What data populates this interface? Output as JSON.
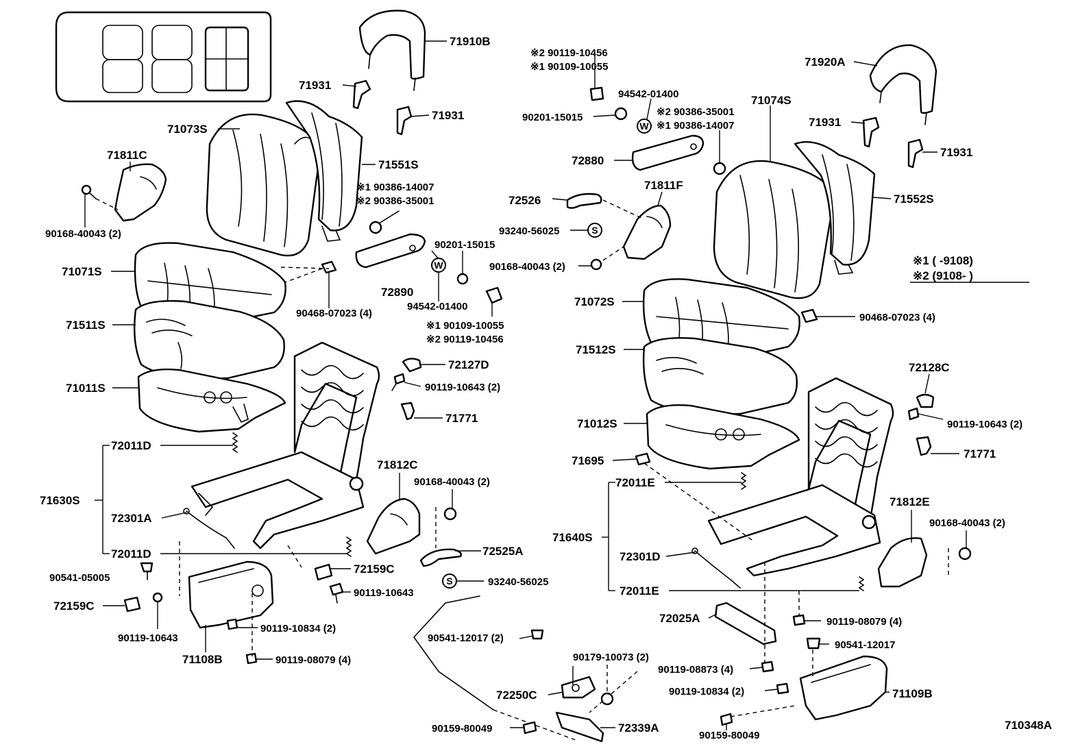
{
  "diagram_id": "710348A",
  "legend": {
    "row1": "※1 (        -9108)",
    "row2": "※2 (9108-        )"
  },
  "labels": [
    {
      "id": "l01",
      "text": "71910B"
    },
    {
      "id": "l02",
      "text": "71931"
    },
    {
      "id": "l03",
      "text": "71931"
    },
    {
      "id": "l04",
      "text": "71073S"
    },
    {
      "id": "l05",
      "text": "71551S"
    },
    {
      "id": "l06",
      "text": "71811C"
    },
    {
      "id": "l07",
      "text": "90168-40043 (2)"
    },
    {
      "id": "l08",
      "text": "※1 90386-14007"
    },
    {
      "id": "l09",
      "text": "※2 90386-35001"
    },
    {
      "id": "l10",
      "text": "90201-15015"
    },
    {
      "id": "l11",
      "text": "72890"
    },
    {
      "id": "l12",
      "text": "94542-01400"
    },
    {
      "id": "l13",
      "text": "※1 90109-10055"
    },
    {
      "id": "l14",
      "text": "※2 90119-10456"
    },
    {
      "id": "l15",
      "text": "71071S"
    },
    {
      "id": "l16",
      "text": "90468-07023 (4)"
    },
    {
      "id": "l17",
      "text": "71511S"
    },
    {
      "id": "l18",
      "text": "72127D"
    },
    {
      "id": "l19",
      "text": "71011S"
    },
    {
      "id": "l20",
      "text": "90119-10643 (2)"
    },
    {
      "id": "l21",
      "text": "71771"
    },
    {
      "id": "l22",
      "text": "72011D"
    },
    {
      "id": "l23",
      "text": "71812C"
    },
    {
      "id": "l24",
      "text": "90168-40043 (2)"
    },
    {
      "id": "l25",
      "text": "71630S"
    },
    {
      "id": "l26",
      "text": "72301A"
    },
    {
      "id": "l27",
      "text": "72011D"
    },
    {
      "id": "l28",
      "text": "72525A"
    },
    {
      "id": "l29",
      "text": "90541-05005"
    },
    {
      "id": "l30",
      "text": "72159C"
    },
    {
      "id": "l31",
      "text": "93240-56025"
    },
    {
      "id": "l32",
      "text": "90119-10643"
    },
    {
      "id": "l33",
      "text": "72159C"
    },
    {
      "id": "l34",
      "text": "90119-10643"
    },
    {
      "id": "l35",
      "text": "90119-10834 (2)"
    },
    {
      "id": "l36",
      "text": "71108B"
    },
    {
      "id": "l37",
      "text": "90119-08079 (4)"
    },
    {
      "id": "l38",
      "text": "90541-12017 (2)"
    },
    {
      "id": "l39",
      "text": "90179-10073 (2)"
    },
    {
      "id": "l40",
      "text": "72250C"
    },
    {
      "id": "l41",
      "text": "90159-80049"
    },
    {
      "id": "l42",
      "text": "72339A"
    },
    {
      "id": "l43",
      "text": "※2 90119-10456"
    },
    {
      "id": "l44",
      "text": "※1 90109-10055"
    },
    {
      "id": "l45",
      "text": "94542-01400"
    },
    {
      "id": "l46",
      "text": "90201-15015"
    },
    {
      "id": "l47",
      "text": "※2 90386-35001"
    },
    {
      "id": "l48",
      "text": "※1 90386-14007"
    },
    {
      "id": "l49",
      "text": "72880"
    },
    {
      "id": "l50",
      "text": "72526"
    },
    {
      "id": "l51",
      "text": "71811F"
    },
    {
      "id": "l52",
      "text": "93240-56025"
    },
    {
      "id": "l53",
      "text": "90168-40043 (2)"
    },
    {
      "id": "l54",
      "text": "71920A"
    },
    {
      "id": "l55",
      "text": "71074S"
    },
    {
      "id": "l56",
      "text": "71931"
    },
    {
      "id": "l57",
      "text": "71931"
    },
    {
      "id": "l58",
      "text": "71552S"
    },
    {
      "id": "l59",
      "text": "71072S"
    },
    {
      "id": "l60",
      "text": "90468-07023 (4)"
    },
    {
      "id": "l61",
      "text": "71512S"
    },
    {
      "id": "l62",
      "text": "72128C"
    },
    {
      "id": "l63",
      "text": "71012S"
    },
    {
      "id": "l64",
      "text": "90119-10643 (2)"
    },
    {
      "id": "l65",
      "text": "71771"
    },
    {
      "id": "l66",
      "text": "71695"
    },
    {
      "id": "l67",
      "text": "72011E"
    },
    {
      "id": "l68",
      "text": "71812E"
    },
    {
      "id": "l69",
      "text": "90168-40043 (2)"
    },
    {
      "id": "l70",
      "text": "71640S"
    },
    {
      "id": "l71",
      "text": "72301D"
    },
    {
      "id": "l72",
      "text": "72011E"
    },
    {
      "id": "l73",
      "text": "72025A"
    },
    {
      "id": "l74",
      "text": "90119-08079 (4)"
    },
    {
      "id": "l75",
      "text": "90541-12017"
    },
    {
      "id": "l76",
      "text": "90119-08873 (4)"
    },
    {
      "id": "l77",
      "text": "90119-10834 (2)"
    },
    {
      "id": "l78",
      "text": "71109B"
    },
    {
      "id": "l79",
      "text": "90159-80049"
    }
  ],
  "symbols": {
    "washer": "W",
    "snap_ring": "S"
  }
}
